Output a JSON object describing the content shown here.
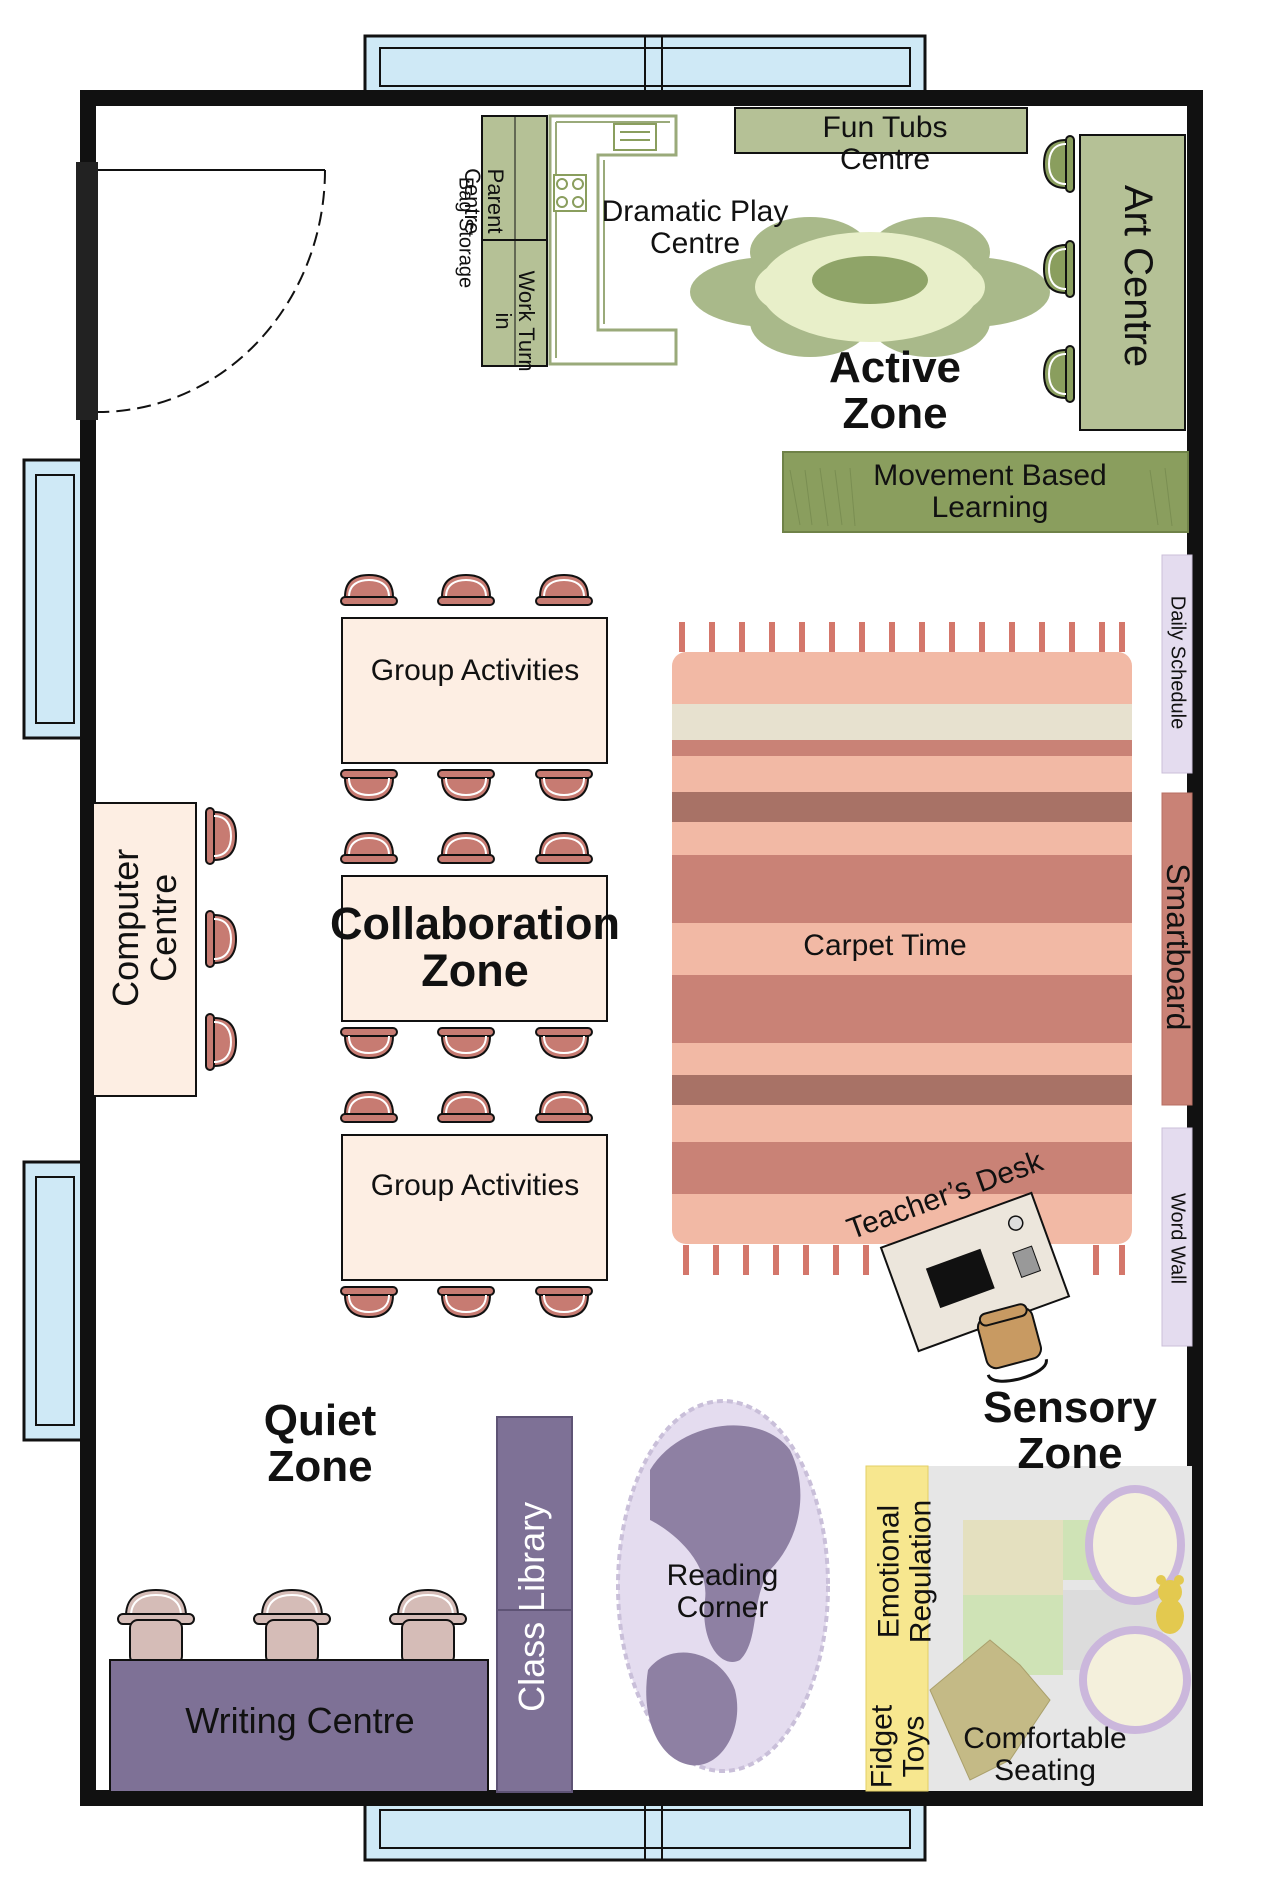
{
  "areas": {
    "fun_tubs": "Fun Tubs Centre",
    "parent_centre": "Parent Centre",
    "work_turn_in": "Work Turn in",
    "bag_storage": "Bag Storage",
    "dramatic_play": "Dramatic Play Centre",
    "art_centre": "Art Centre",
    "movement": "Movement Based Learning",
    "daily_schedule": "Daily Schedule",
    "group_activities_top": "Group Activities",
    "group_activities_bottom": "Group Activities",
    "computer_centre": "Computer Centre",
    "carpet_time": "Carpet Time",
    "smartboard": "Smartboard",
    "word_wall": "Word Wall",
    "teachers_desk": "Teacher’s Desk",
    "class_library": "Class Library",
    "reading_corner": "Reading Corner",
    "writing_centre": "Writing Centre",
    "emotional_regulation": "Emotional Regulation",
    "fidget_toys": "Fidget Toys",
    "comfortable_seating": "Comfortable Seating"
  },
  "zones": {
    "active": "Active Zone",
    "collaboration": "Collaboration Zone",
    "quiet": "Quiet Zone",
    "sensory": "Sensory Zone"
  },
  "colors": {
    "wall": "#111111",
    "window": "#cfe9f6",
    "green": "#b5c196",
    "dark_green": "#8a9e5e",
    "chair": "#c77b72",
    "table": "#fdeee3",
    "rug_light": "#f2b9a5",
    "rug_dark": "#c98276",
    "purple": "#7e7196",
    "lavender": "#e4dcef",
    "yellow": "#f7e78f"
  }
}
